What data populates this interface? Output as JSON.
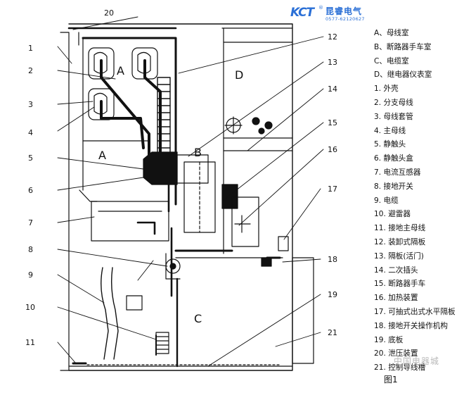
{
  "logo": {
    "mark": "KCT",
    "registered": "®",
    "company_name": "昆睿电气",
    "phone": "0577-62120627"
  },
  "legend": [
    "A、母线室",
    "B、断路器手车室",
    "C、电缆室",
    "D、继电器仪表室",
    "1. 外壳",
    "2. 分支母线",
    "3. 母线套管",
    "4. 主母线",
    "5. 静触头",
    "6. 静触头盒",
    "7. 电流互感器",
    "8. 接地开关",
    "9. 电缆",
    "10. 避雷器",
    "11. 接地主母线",
    "12. 装卸式隔板",
    "13. 隔板(活门)",
    "14. 二次插头",
    "15. 断路器手车",
    "16. 加热装置",
    "17. 可抽式出式水平隔板",
    "18. 接地开关操作机构",
    "19. 底板",
    "20. 泄压装置",
    "21. 控制导线槽"
  ],
  "callouts": {
    "n1": "1",
    "n2": "2",
    "n3": "3",
    "n4": "4",
    "n5": "5",
    "n6": "6",
    "n7": "7",
    "n8": "8",
    "n9": "9",
    "n10": "10",
    "n11": "11",
    "n12": "12",
    "n13": "13",
    "n14": "14",
    "n15": "15",
    "n16": "16",
    "n17": "17",
    "n18": "18",
    "n19": "19",
    "n20": "20",
    "n21": "21"
  },
  "compartments": {
    "a_upper": "A",
    "a_lower": "A",
    "b": "B",
    "c": "C",
    "d": "D"
  },
  "watermark": "中国电器城",
  "caption": "图1"
}
